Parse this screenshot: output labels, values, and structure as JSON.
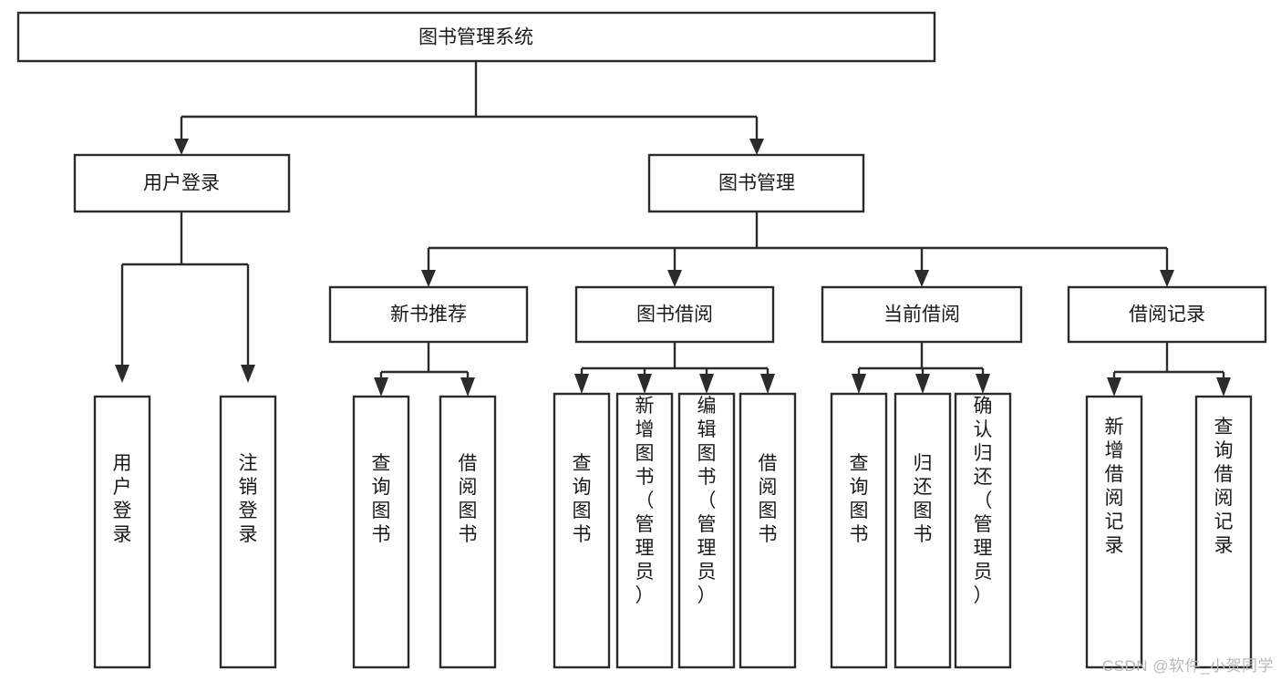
{
  "diagram": {
    "type": "tree-hierarchy",
    "title": "图书管理系统",
    "watermark": "CSDN @软件_小贺同学",
    "colors": {
      "stroke": "#2b2b2b",
      "fill": "#ffffff",
      "text": "#1a1a1a",
      "watermark": "#b9b9b9",
      "background": "#ffffff"
    },
    "root": {
      "label": "图书管理系统"
    },
    "level2": [
      {
        "label": "用户登录"
      },
      {
        "label": "图书管理"
      }
    ],
    "level3": [
      {
        "label": "新书推荐"
      },
      {
        "label": "图书借阅"
      },
      {
        "label": "当前借阅"
      },
      {
        "label": "借阅记录"
      }
    ],
    "leaves": {
      "user_login": [
        {
          "label": "用户登录"
        },
        {
          "label": "注销登录"
        }
      ],
      "new_book_recommend": [
        {
          "label": "查询图书"
        },
        {
          "label": "借阅图书"
        }
      ],
      "book_borrow": [
        {
          "label": "查询图书"
        },
        {
          "label": "新增图书（管理员）"
        },
        {
          "label": "编辑图书（管理员）"
        },
        {
          "label": "借阅图书"
        }
      ],
      "current_borrow": [
        {
          "label": "查询图书"
        },
        {
          "label": "归还图书"
        },
        {
          "label": "确认归还（管理员）"
        }
      ],
      "borrow_record": [
        {
          "label": "新增借阅记录"
        },
        {
          "label": "查询借阅记录"
        }
      ]
    }
  }
}
